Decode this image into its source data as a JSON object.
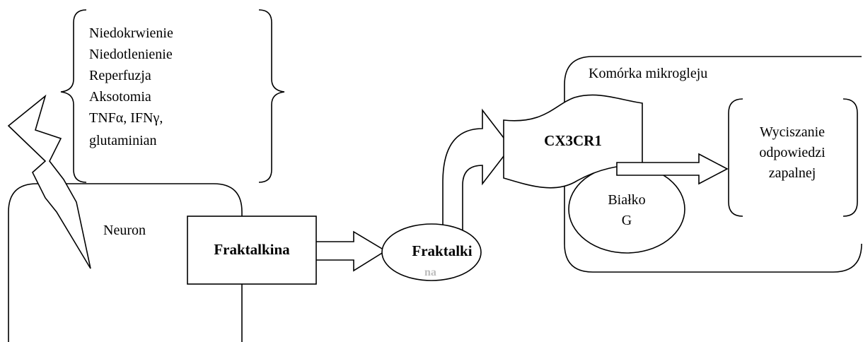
{
  "stimuli": {
    "items": [
      "Niedokrwienie",
      "Niedotlenienie",
      "Reperfuzja",
      "Aksotomia",
      "TNFα, IFNγ,",
      "glutaminian"
    ]
  },
  "neuron": {
    "label": "Neuron"
  },
  "fraktalkina_box": {
    "label": "Fraktalkina"
  },
  "fraktalkina_ellipse": {
    "label": "Fraktalki",
    "clipped_fragment": "na"
  },
  "microglia": {
    "label": "Komórka mikrogleju"
  },
  "receptor": {
    "label": "CX3CR1"
  },
  "gprotein": {
    "line1": "Białko",
    "line2": "G"
  },
  "outcome": {
    "lines": [
      "Wyciszanie",
      "odpowiedzi",
      "zapalnej"
    ]
  }
}
